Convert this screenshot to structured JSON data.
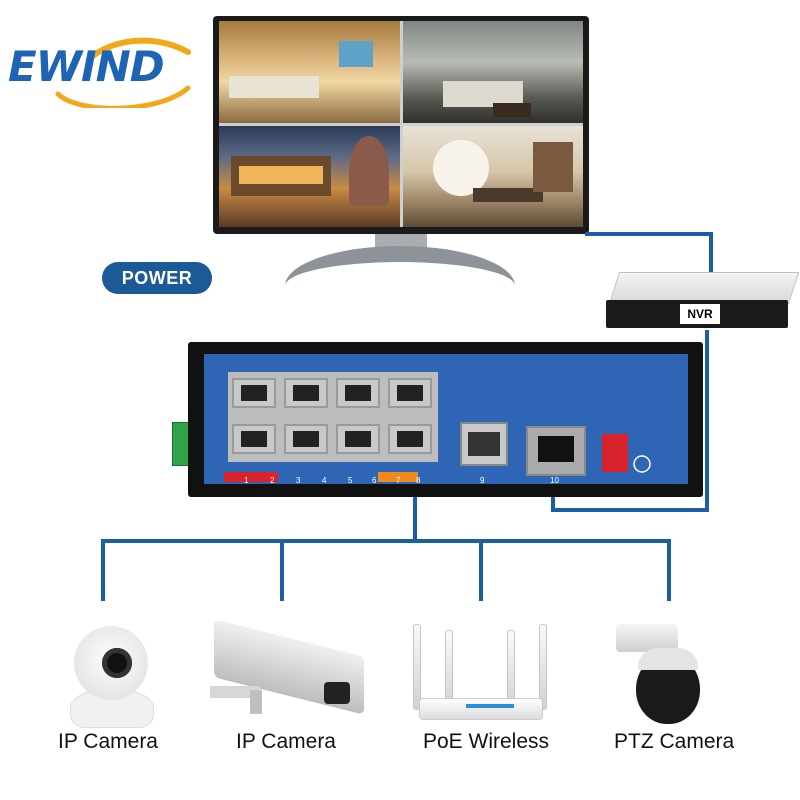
{
  "logo": {
    "text": "EWIND"
  },
  "labels": {
    "power": "POWER",
    "nvr": "NVR"
  },
  "switch": {
    "port_numbers": [
      "1",
      "2",
      "3",
      "4",
      "5",
      "6",
      "7",
      "8",
      "9",
      "10"
    ]
  },
  "devices": [
    {
      "label": "IP Camera"
    },
    {
      "label": "IP Camera"
    },
    {
      "label": "PoE Wireless"
    },
    {
      "label": "PTZ Camera"
    }
  ],
  "colors": {
    "brand_blue": "#1f63b4",
    "line_blue": "#1a5fa3",
    "logo_arc": "#f3a81c"
  }
}
